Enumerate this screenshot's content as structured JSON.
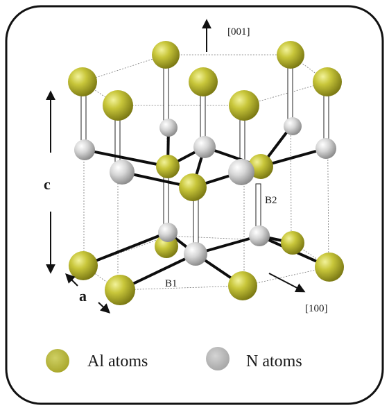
{
  "labels": {
    "dir_001": "[001]",
    "dir_100": "[100]",
    "c": "c",
    "a": "a",
    "b1": "B1",
    "b2": "B2"
  },
  "legend": {
    "al": "Al atoms",
    "n": "N atoms"
  },
  "colors": {
    "al": "#b9b832",
    "n": "#c4c4c4",
    "frame": "#111111"
  }
}
